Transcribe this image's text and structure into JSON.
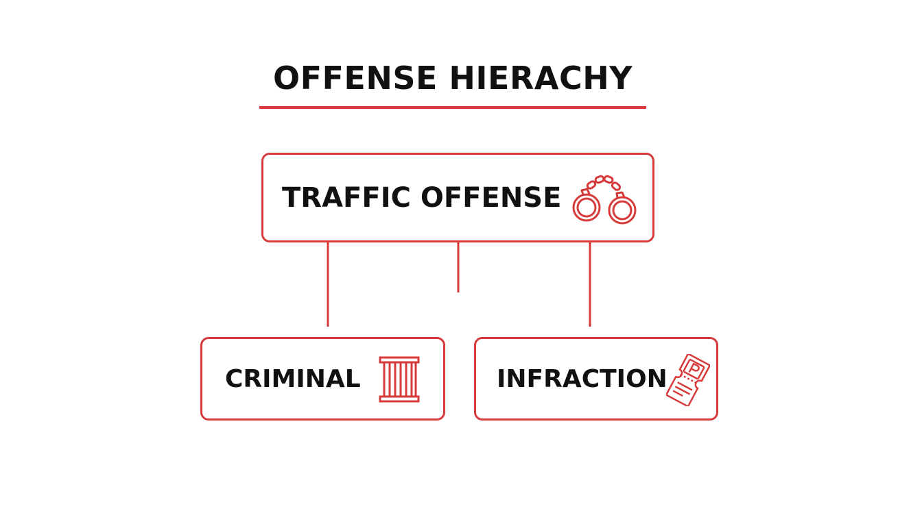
{
  "diagram": {
    "title": "OFFENSE HIERACHY",
    "root": {
      "label": "TRAFFIC OFFENSE",
      "icon": "handcuffs-icon"
    },
    "children": [
      {
        "label": "CRIMINAL",
        "icon": "jail-bars-icon"
      },
      {
        "label": "INFRACTION",
        "icon": "parking-ticket-icon"
      }
    ],
    "colors": {
      "accent": "#d63a3a",
      "text": "#111111",
      "background": "#ffffff"
    }
  }
}
